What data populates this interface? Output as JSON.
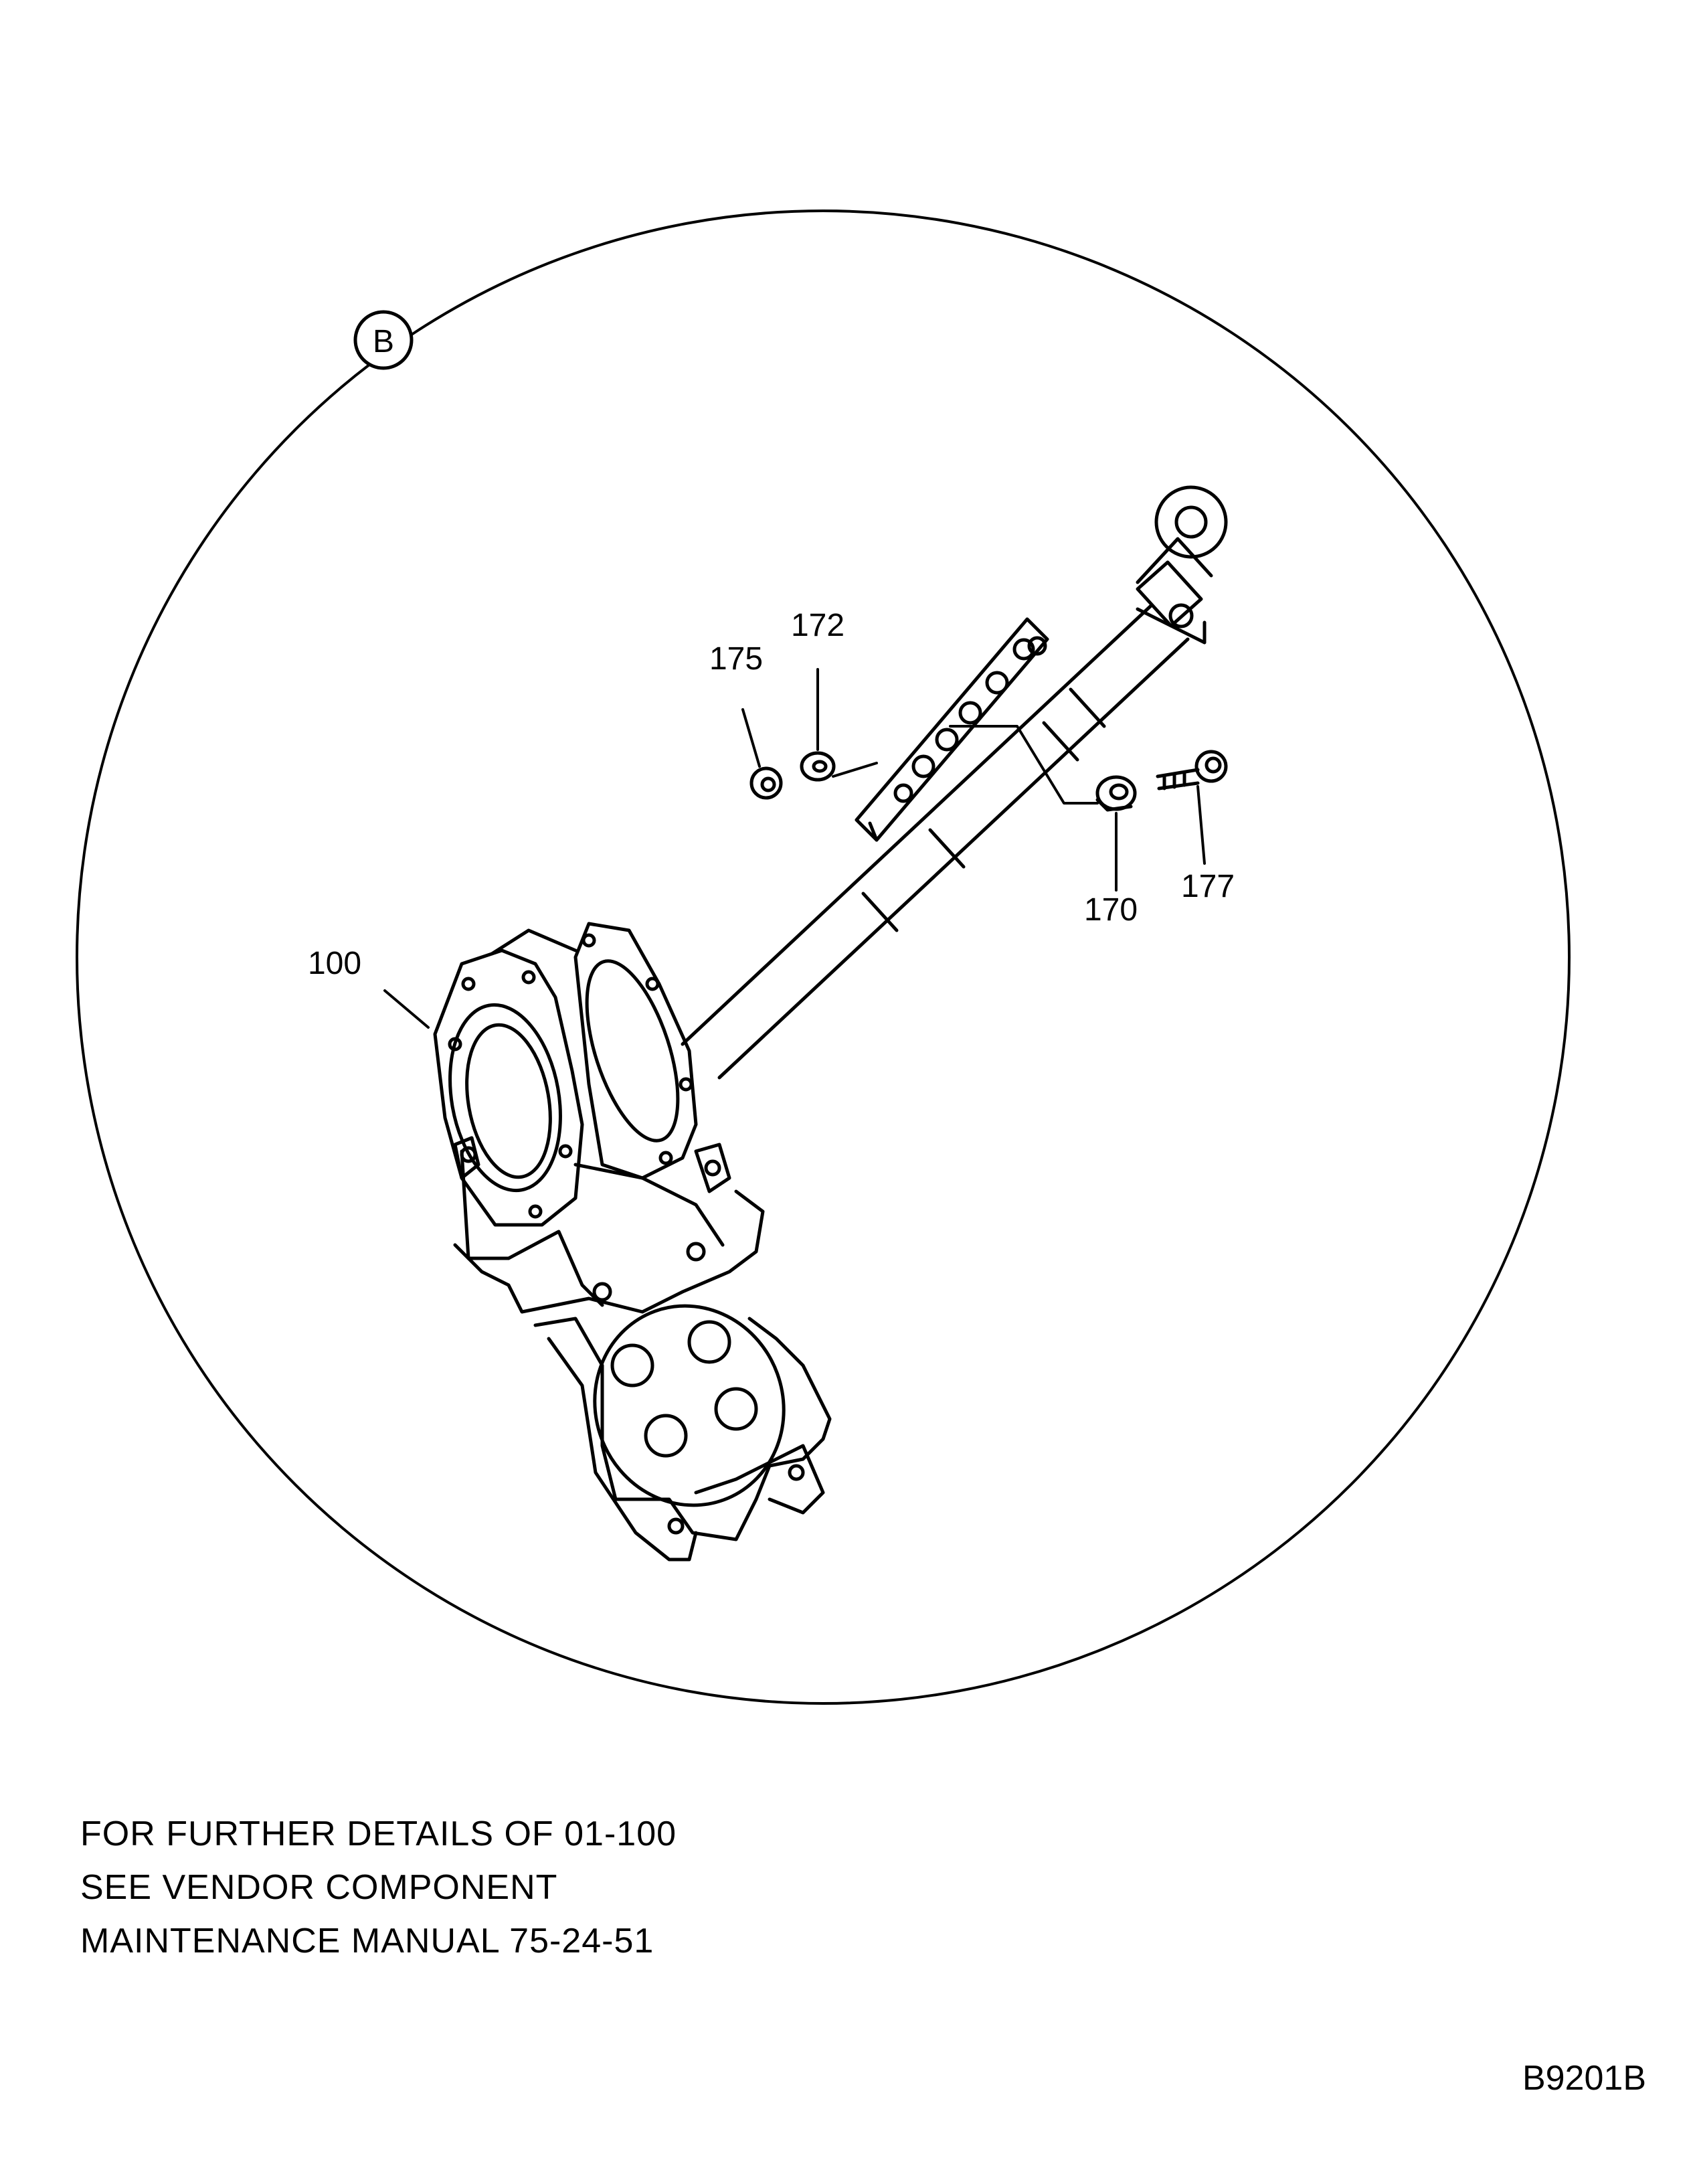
{
  "view": {
    "detail_marker": "B"
  },
  "callouts": {
    "c100": "100",
    "c170": "170",
    "c172": "172",
    "c175": "175",
    "c177": "177"
  },
  "note": {
    "line1": "FOR FURTHER DETAILS OF 01-100",
    "line2": "SEE VENDOR COMPONENT",
    "line3": "MAINTENANCE MANUAL 75-24-51"
  },
  "figure_id": "B9201B"
}
